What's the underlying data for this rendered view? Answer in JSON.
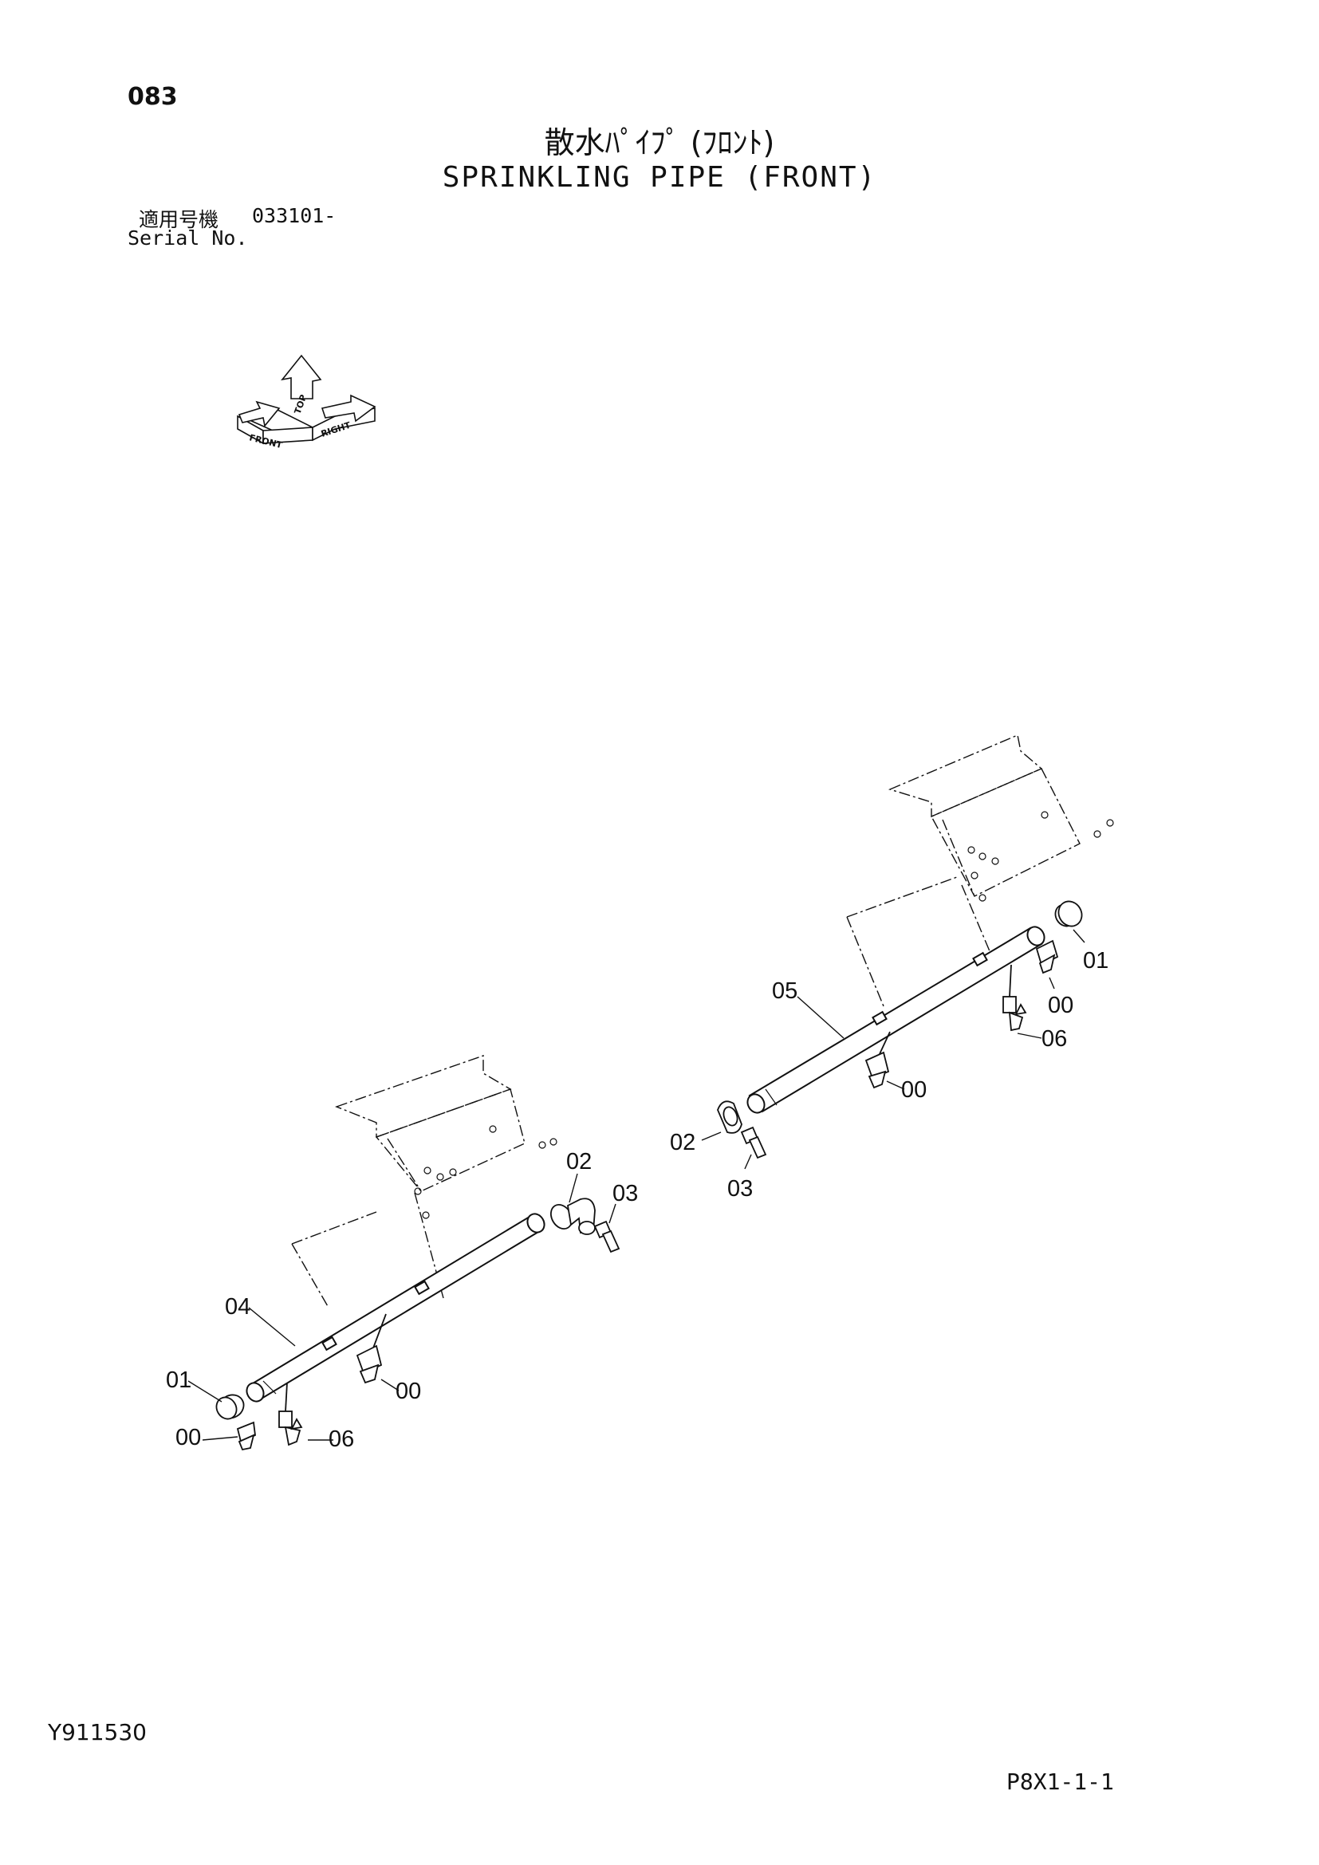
{
  "header": {
    "page_number": "083",
    "title_jp": "散水ﾊﾟｲﾌﾟ (ﾌﾛﾝﾄ)",
    "title_en": "SPRINKLING PIPE (FRONT)",
    "serial_label_jp": "適用号機",
    "serial_value": "033101-",
    "serial_label_en": "Serial No."
  },
  "orientation_icon": {
    "name": "orientation-arrows-icon",
    "labels": {
      "front": "FRONT",
      "top": "TOP",
      "right": "RIGHT"
    }
  },
  "callouts": {
    "left_assembly": {
      "pipe": "04",
      "cap": "01",
      "nozzle_end": "00",
      "nozzle_mid": "00",
      "cock": "06",
      "elbow": "02",
      "bolt": "03"
    },
    "right_assembly": {
      "pipe": "05",
      "cap": "01",
      "nozzle_end": "00",
      "nozzle_mid": "00",
      "cock": "06",
      "elbow": "02",
      "bolt": "03"
    }
  },
  "footer": {
    "doc_id": "Y911530",
    "sheet_id": "P8X1-1-1"
  }
}
